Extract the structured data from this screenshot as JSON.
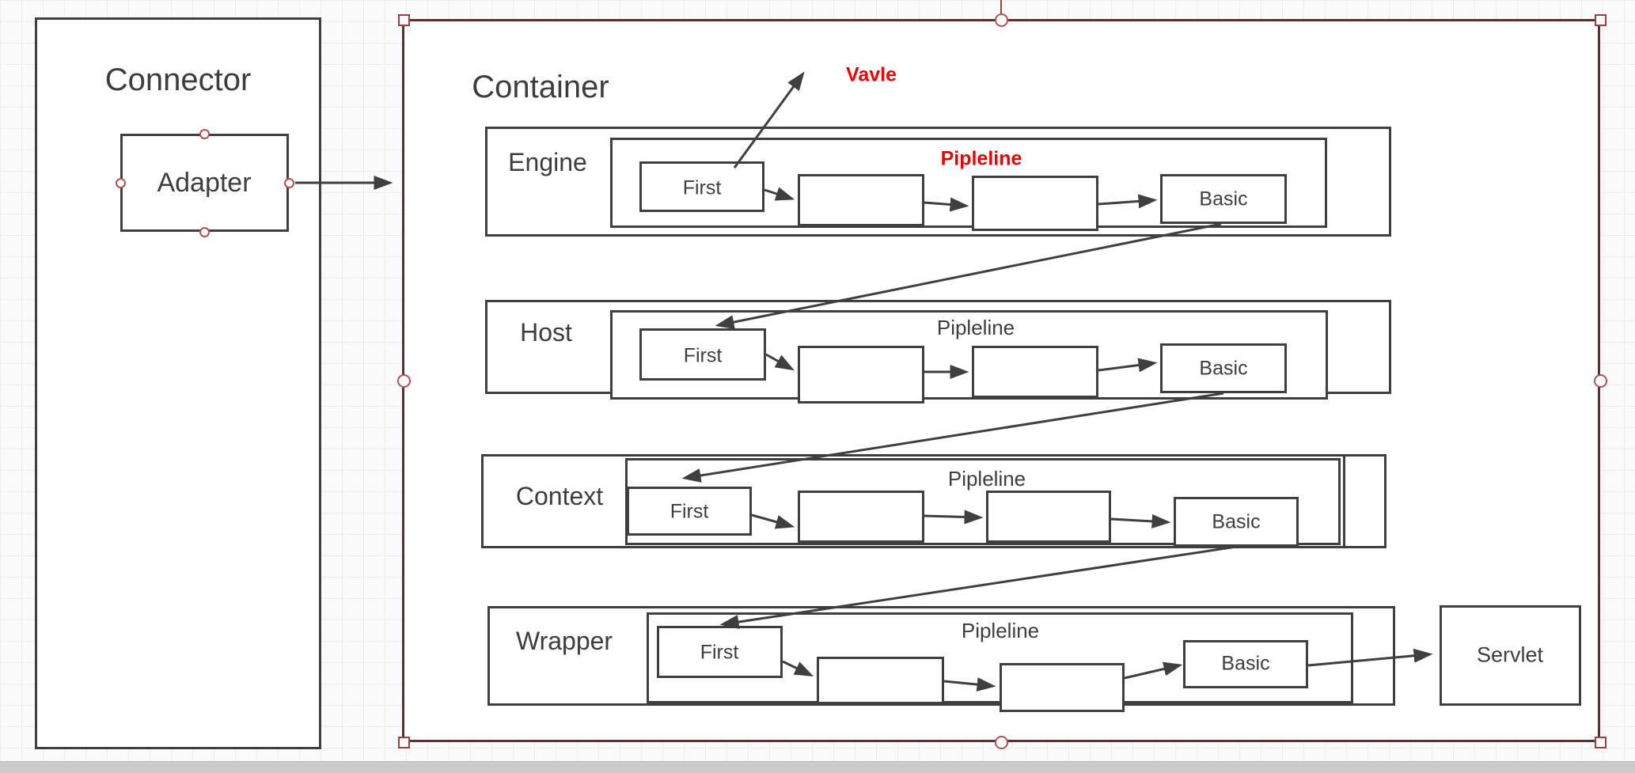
{
  "connector": {
    "title": "Connector",
    "adapter_label": "Adapter"
  },
  "container": {
    "title": "Container"
  },
  "valve_label": "Vavle",
  "servlet_label": "Servlet",
  "rows": [
    {
      "name": "Engine",
      "pipeline_label": "Pipleline",
      "first_label": "First",
      "basic_label": "Basic",
      "pipeline_highlight": true
    },
    {
      "name": "Host",
      "pipeline_label": "Pipleline",
      "first_label": "First",
      "basic_label": "Basic",
      "pipeline_highlight": false
    },
    {
      "name": "Context",
      "pipeline_label": "Pipleline",
      "first_label": "First",
      "basic_label": "Basic",
      "pipeline_highlight": false
    },
    {
      "name": "Wrapper",
      "pipeline_label": "Pipleline",
      "first_label": "First",
      "basic_label": "Basic",
      "pipeline_highlight": false
    }
  ],
  "colors": {
    "shape_border": "#3f3f3f",
    "selected_container_border": "#563232",
    "selection_handle": "#b25252",
    "highlight_text": "#ec0000",
    "text": "#3d3d3d"
  }
}
